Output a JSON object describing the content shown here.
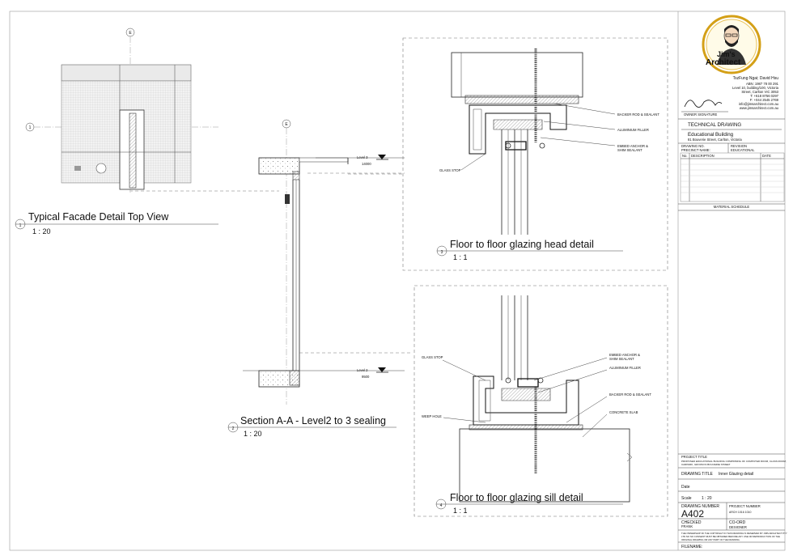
{
  "views": {
    "top_view": {
      "number": "1",
      "title": "Typical Facade Detail Top View",
      "scale": "1 : 20",
      "grid_e": "E",
      "grid_1": "1"
    },
    "section": {
      "number": "2",
      "title": "Section A-A - Level2 to 3 sealing",
      "scale": "1 : 20",
      "grid_e": "E",
      "level3_name": "Level 3",
      "level3_elev": "14000",
      "level2_name": "Level 2",
      "level2_elev": "9500"
    },
    "head": {
      "number": "3",
      "title": "Floor to floor glazing head detail",
      "scale": "1 : 1",
      "notes": [
        "BACKER ROD & SEALANT",
        "ALUMINIUM FILLER",
        "EMBED ANCHOR &",
        "SHIM SEALANT",
        "GLASS STOP"
      ]
    },
    "sill": {
      "number": "4",
      "title": "Floor to floor glazing sill detail",
      "scale": "1 : 1",
      "notes": [
        "GLASS STOP",
        "EMBED ANCHOR &",
        "SHIM SEALANT",
        "ALUMINIUM FILLER",
        "BACKER ROD & SEALANT",
        "WEEP HOLE",
        "CONCRETE SLAB"
      ]
    }
  },
  "title_block": {
    "logo_text_line1": "Jim's",
    "logo_text_line2": "Architect",
    "architects": "TszFung Ngai; David Hsu",
    "address_lines": [
      "ABN: 1987 78 00 291",
      "Level 10, building/100, Victoria",
      "Street, Carlton VIC 3053",
      "T: +618 8756 0297",
      "F: +044 2545 2769",
      "info@jimsarchitect.com.au",
      "www.jimsarchitect.com.au"
    ],
    "owner_signature_label": "OWNER SIGNATURE",
    "drawing_type": "TECHNICAL DRAWING",
    "project_name": "Educational Building",
    "project_address": "81 Bouverie Street, Carlton, Victoria",
    "drawing_no_label": "DRAWING NO.",
    "revision_label": "REVISION",
    "precinct_label": "PRECINCT NAME:",
    "precinct_value": "EDUCATIONAL",
    "rev_headers": [
      "No.",
      "DESCRIPTION",
      "DATE"
    ],
    "material_schedule": "MATERIAL SCHEDULE",
    "project_title_label": "PROJECT TITLE",
    "project_title_text": [
      "PROPOSED EDUCATIONAL BUILDING COMPRISING OF COMPUTER ROOM, CLASS ROOM,",
      "CARPARK, GROOM IN BOUVERIE STREET"
    ],
    "drawing_title_label": "DRAWING TITLE",
    "drawing_title": "Inner Glazing detail",
    "date_label": "Date",
    "scale_label": "Scale",
    "scale_value": "1 : 20",
    "drawing_number_label": "DRAWING NUMBER",
    "drawing_number": "A402",
    "project_number_label": "PROJECT NUMBER",
    "project_number": "ARCH 1016 1010",
    "checked_label": "CHECKED",
    "checked_by": "FRANK",
    "coord_label": "CO-ORD",
    "designer_label": "DESIGNER",
    "copyright_lines": [
      "THE OWNERSHIP OF THE COPYRIGHT IN THIS DRAWING IS RESERVED BY JIMS ARCHITECT PTY",
      "LTD.NO NO CONSENT MUST BE OBTAINED BEFORE ANY USE OR REPRODUCTION OF THE",
      "ORIGINAL DRAWING OR ANY PART OF THE DRAWING."
    ],
    "filename_label": "FILENAME:"
  }
}
